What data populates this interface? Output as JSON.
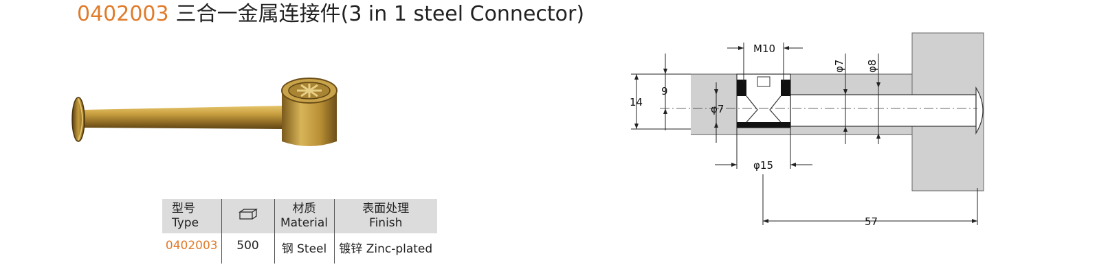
{
  "header": {
    "product_code": "0402003",
    "product_name": "三合一金属连接件(3 in 1 steel Connector)"
  },
  "table": {
    "columns": [
      {
        "cn": "型号",
        "en": "Type"
      },
      {
        "icon": "box-icon"
      },
      {
        "cn": "材质",
        "en": "Material"
      },
      {
        "cn": "表面处理",
        "en": "Finish"
      }
    ],
    "rows": [
      {
        "type": "0402003",
        "qty": "500",
        "material": "钢 Steel",
        "finish": "镀锌 Zinc-plated"
      }
    ]
  },
  "drawing": {
    "dimensions": {
      "thread": "M10",
      "d7_top": "φ7",
      "d8_top": "φ8",
      "h9": "9",
      "h14": "14",
      "d7_left": "φ7",
      "d15": "φ15",
      "len57": "57"
    }
  },
  "colors": {
    "accent": "#e07b2a",
    "header_bg": "#dcdcdc",
    "panel_gray": "#d0d0d0",
    "brass": "#b0892f"
  }
}
